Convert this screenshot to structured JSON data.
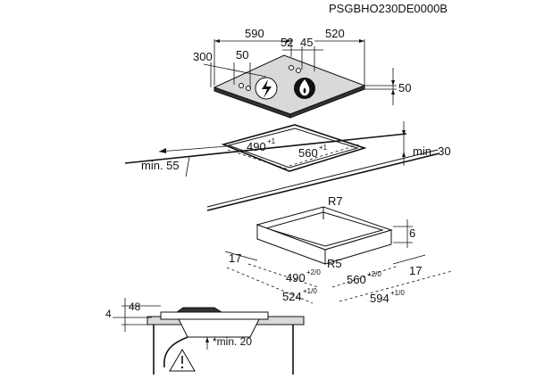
{
  "document_code": "PSGBHO230DE0000B",
  "hob": {
    "width": "590",
    "depth": "520",
    "offset_300": "300",
    "offset_50_top": "50",
    "offset_52": "52",
    "offset_45": "45",
    "height_50": "50",
    "electric_zone_icon": "lightning-icon",
    "gas_zone_icon": "flame-icon"
  },
  "cutout": {
    "depth": "490",
    "depth_tol": "+1",
    "width": "560",
    "width_tol": "+1",
    "min_front": "min. 55",
    "min_rear": "min. 30"
  },
  "frame": {
    "radius_outer": "R7",
    "radius_inner": "R5",
    "left_margin": "17",
    "right_margin": "17",
    "height_6": "6",
    "inner_depth": "490",
    "inner_depth_tol": "+2/0",
    "inner_width": "560",
    "inner_width_tol": "+2/0",
    "outer_depth": "524",
    "outer_depth_tol": "+1/0",
    "outer_width": "594",
    "outer_width_tol": "+1/0"
  },
  "section": {
    "height_48": "48",
    "height_4": "4",
    "min_clearance": "*min. 20",
    "warning_icon": "warning-triangle-icon"
  }
}
